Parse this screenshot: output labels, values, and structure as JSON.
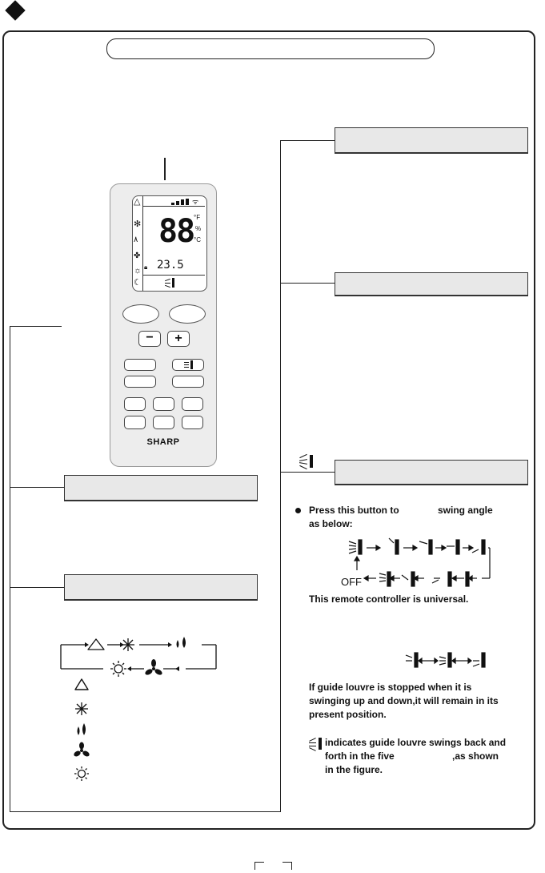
{
  "header": {
    "diamond_icon": "diamond-icon"
  },
  "remote": {
    "brand": "SHARP",
    "display_temp": "88",
    "display_small": "23.5",
    "unit_f": "°F",
    "unit_c": "°C",
    "percent": "%",
    "minus_label": "−",
    "plus_label": "+"
  },
  "swing": {
    "bullet_text_1": "Press this button to",
    "bullet_text_2": "swing angle",
    "bullet_text_3": "as below:",
    "off_label": "OFF",
    "universal_text": "This remote controller is universal.",
    "stopped_text_1": "If guide louvre is stopped when it is",
    "stopped_text_2": "swinging up and down,it will remain in its",
    "stopped_text_3": "present position.",
    "indicates_text_1": "indicates guide louvre swings back and",
    "indicates_text_2": "forth in the five",
    "indicates_text_3": ",as shown",
    "indicates_text_4": "in the figure."
  },
  "mode_icons": [
    "auto-icon",
    "cool-icon",
    "dry-icon",
    "fan-icon",
    "heat-icon"
  ]
}
